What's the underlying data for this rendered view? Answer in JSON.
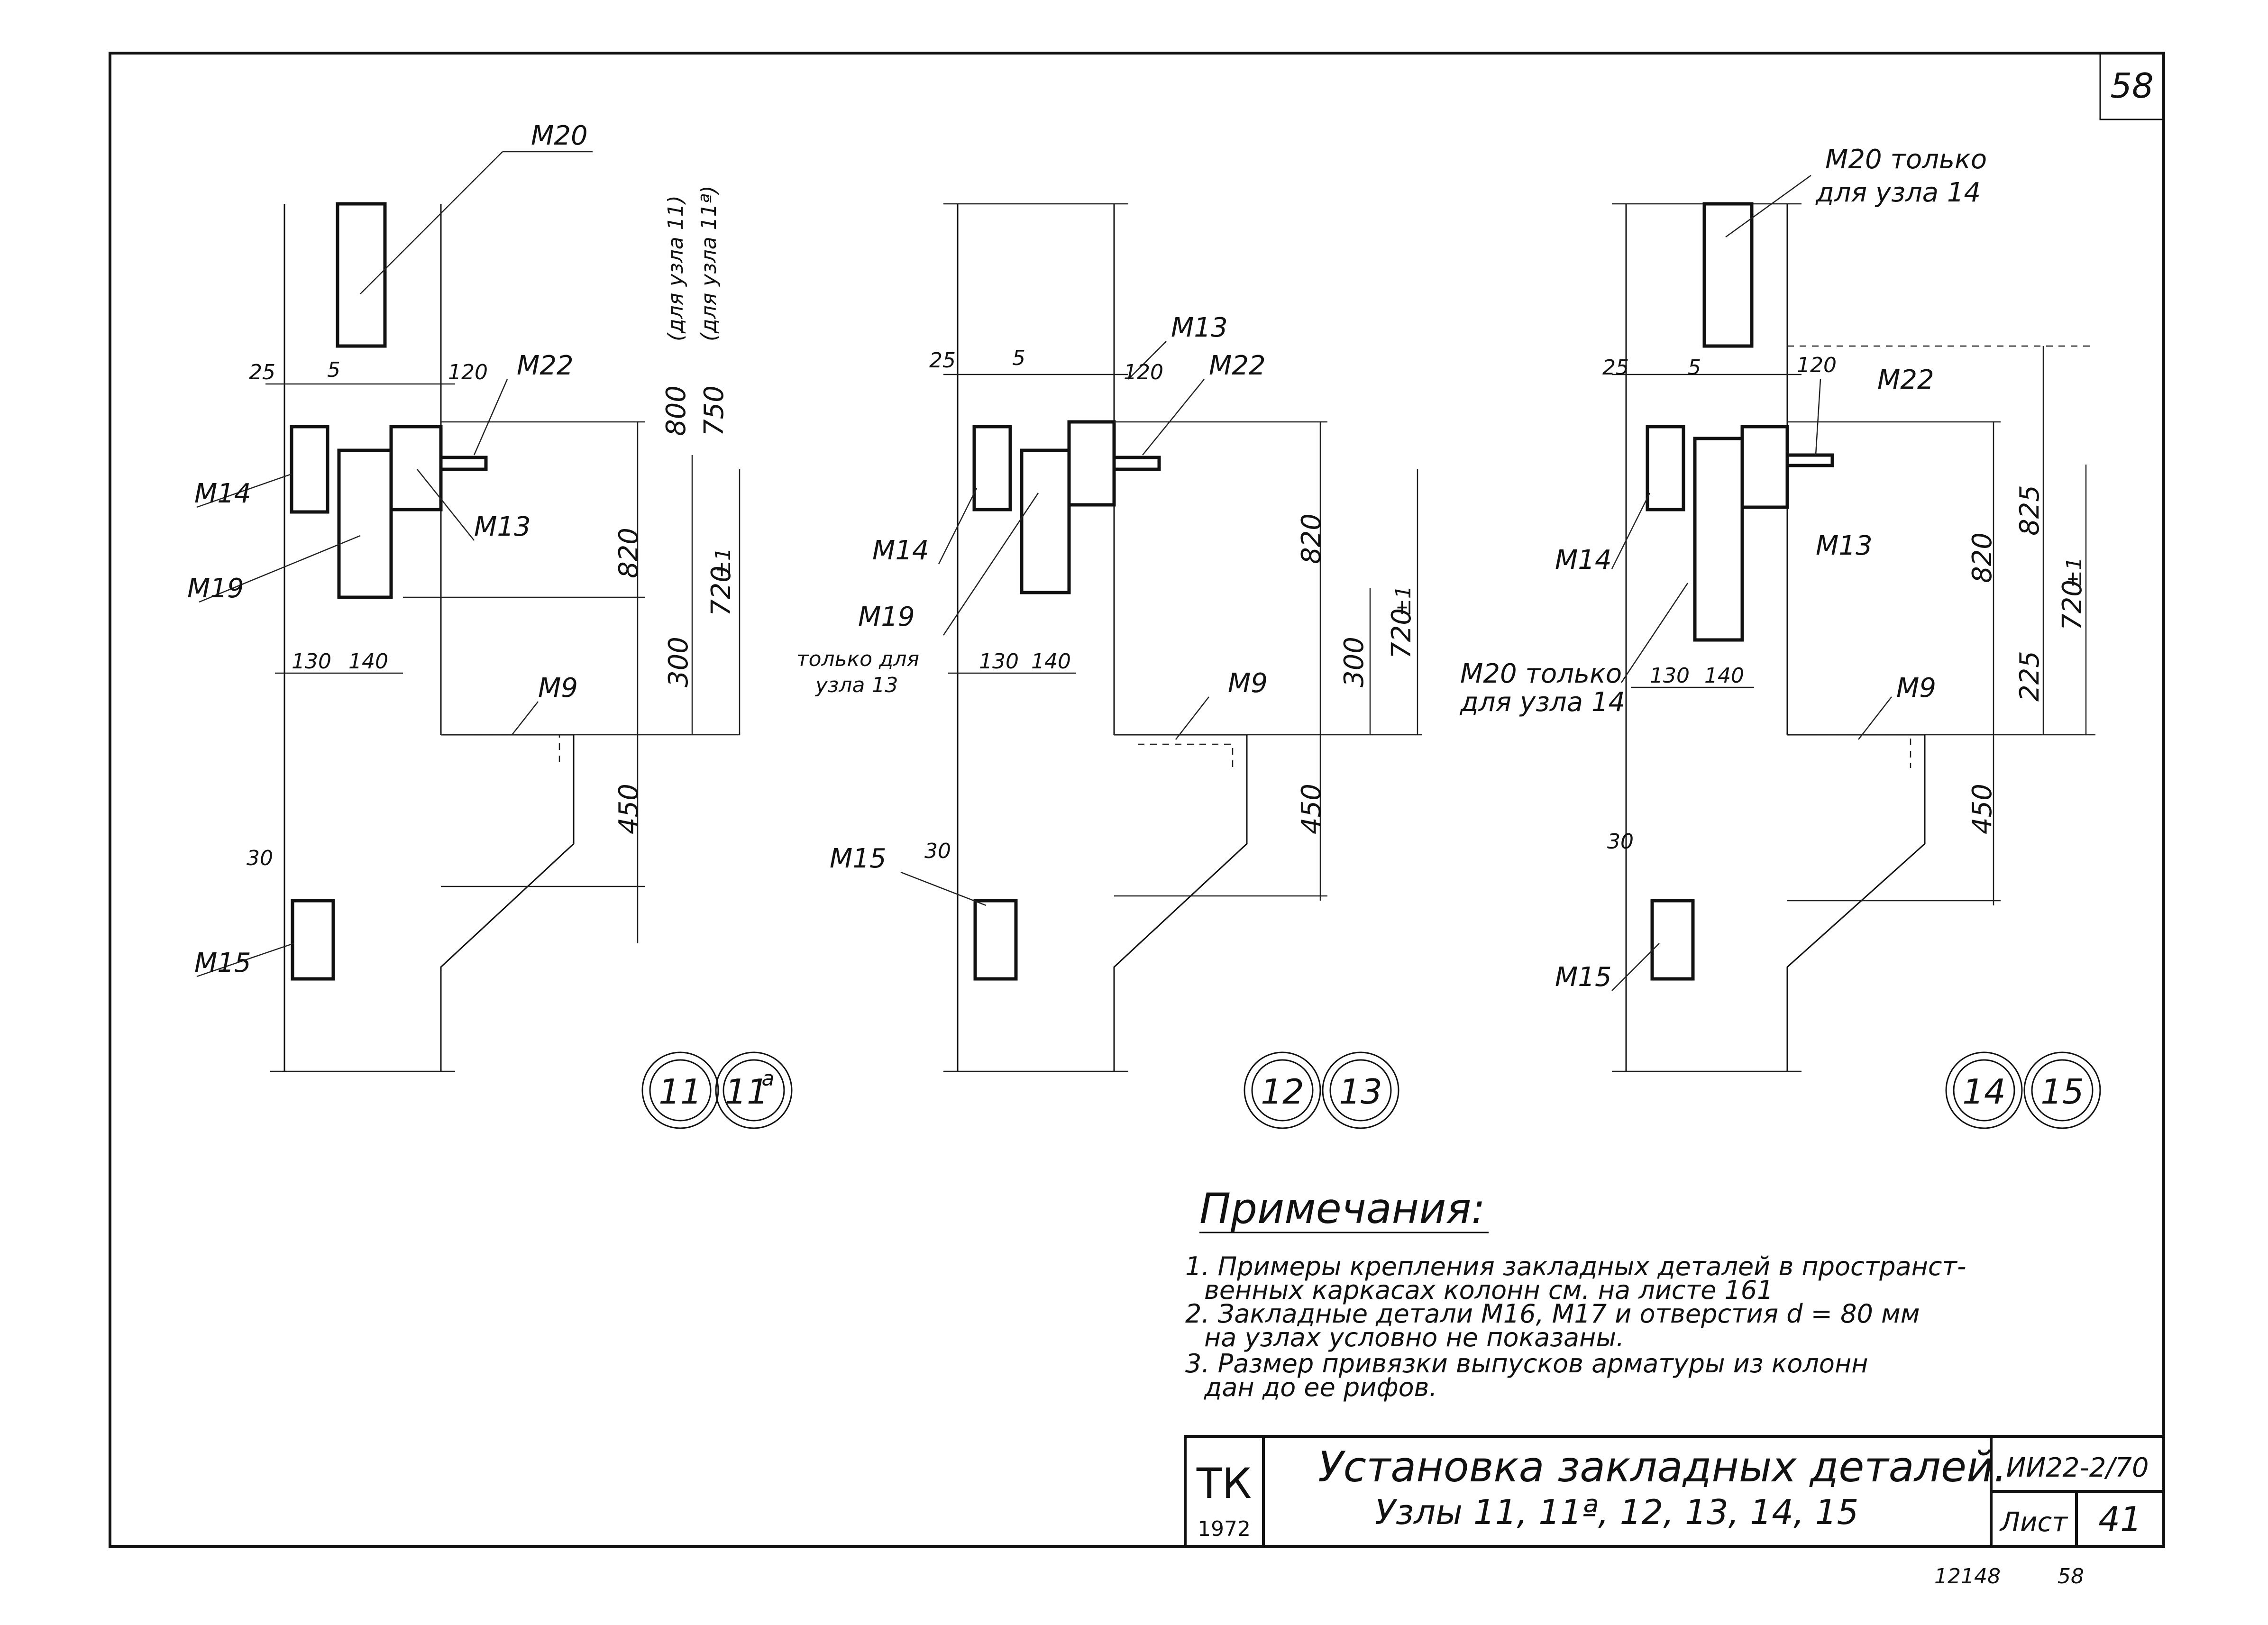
{
  "sheet_number": "58",
  "nodes": [
    {
      "circles": [
        "11",
        "11"
      ],
      "circle_sup": "a",
      "labels": {
        "m20": "M20",
        "m14": "M14",
        "m19": "M19",
        "m13": "M13",
        "m22": "M22",
        "m9": "M9",
        "m15": "M15"
      },
      "dims_h": [
        "25",
        "5",
        "120",
        "130",
        "140",
        "30"
      ],
      "dims_v": [
        "800",
        "750",
        "820",
        "720",
        "300",
        "450"
      ],
      "tol": "±1",
      "side_notes": [
        "(для узла 11)",
        "(для узла 11ª)"
      ]
    },
    {
      "circles": [
        "12",
        "13"
      ],
      "labels": {
        "m13": "M13",
        "m22": "M22",
        "m14": "M14",
        "m19": "M19",
        "m19_note_1": "только для",
        "m19_note_2": "узла 13",
        "m9": "M9",
        "m15": "M15"
      },
      "dims_h": [
        "25",
        "5",
        "120",
        "130",
        "140",
        "30"
      ],
      "dims_v": [
        "820",
        "720",
        "300",
        "450"
      ],
      "tol": "±1"
    },
    {
      "circles": [
        "14",
        "15"
      ],
      "labels": {
        "m20_top_1": "M20 только",
        "m20_top_2": "для узла 14",
        "m22": "M22",
        "m14": "M14",
        "m13": "M13",
        "m20_side_1": "M20 только",
        "m20_side_2": "для узла 14",
        "m9": "M9",
        "m15": "M15"
      },
      "dims_h": [
        "25",
        "5",
        "120",
        "130",
        "140",
        "30"
      ],
      "dims_v": [
        "820",
        "825",
        "720",
        "225",
        "450"
      ],
      "tol": "±1"
    }
  ],
  "notes": {
    "title": "Примечания:",
    "lines": [
      "1. Примеры крепления закладных деталей в пространст-",
      "венных каркасах колонн см. на листе 161",
      "2. Закладные детали М16, М17 и отверстия d = 80 мм",
      "на узлах условно не показаны.",
      "3. Размер привязки выпусков арматуры из колонн",
      "дан до ее рифов."
    ]
  },
  "title_block": {
    "org": "ТК",
    "year": "1972",
    "title_1": "Установка закладных деталей.",
    "title_2": "Узлы 11, 11ª, 12, 13, 14, 15",
    "series": "ИИ22-2/70",
    "sheet_label": "Лист",
    "sheet_value": "41"
  },
  "footer": {
    "left": "12148",
    "right": "58"
  }
}
